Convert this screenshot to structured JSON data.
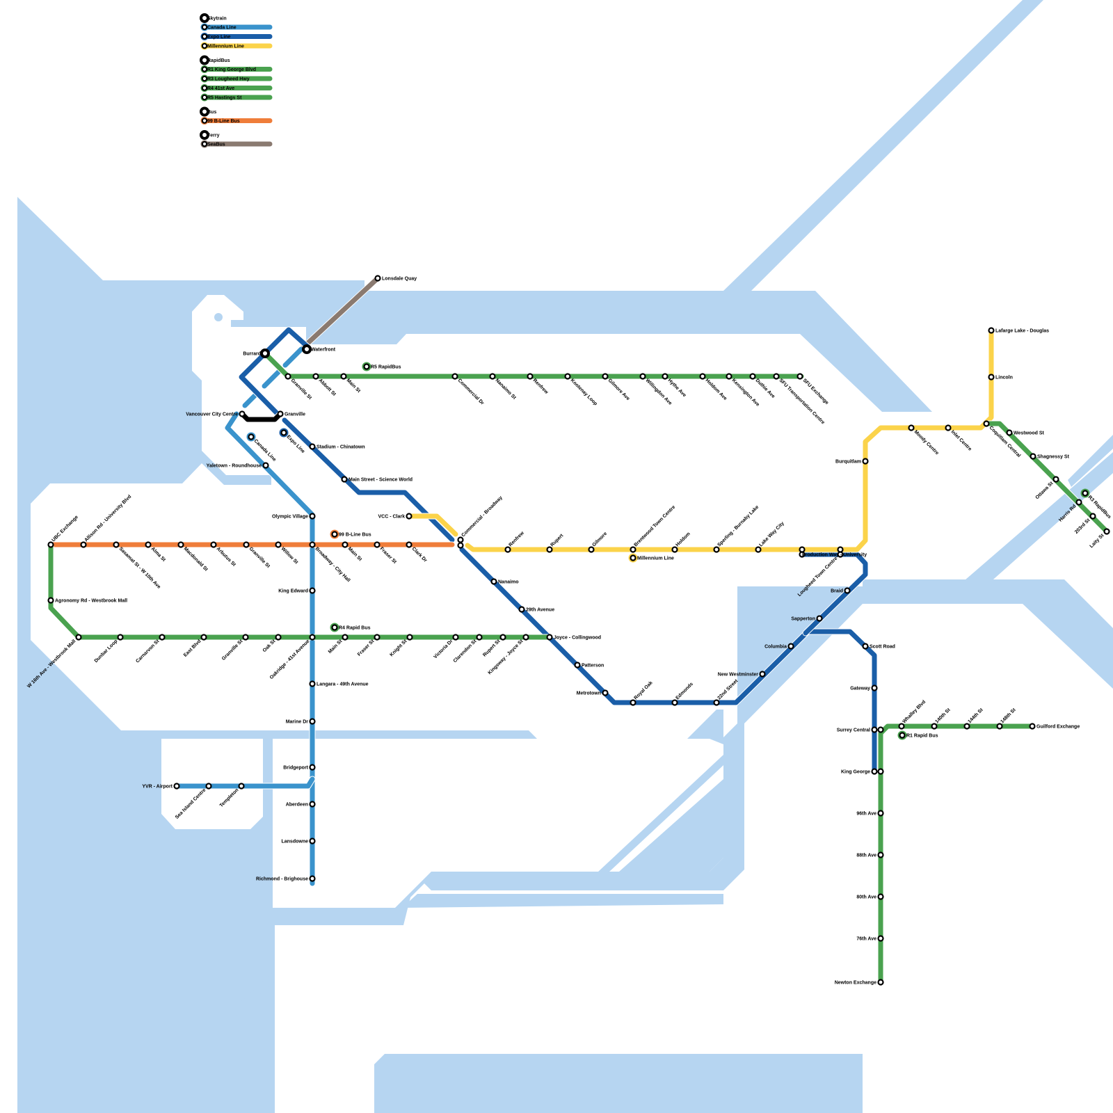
{
  "title": "Metro Vancouver Transit Map",
  "colors": {
    "water": "#b6d5f1",
    "canada_line": "#3a93cc",
    "expo_line": "#1a5ea8",
    "millennium_line": "#fbd34a",
    "rapidbus": "#4aa24f",
    "b_line": "#ef7d3a",
    "seabus": "#8a7a70",
    "connector": "#000000"
  },
  "legend": [
    {
      "group": "Skytrain",
      "items": [
        {
          "label": "Canada Line",
          "color_key": "canada_line"
        },
        {
          "label": "Expo Line",
          "color_key": "expo_line"
        },
        {
          "label": "Millennium Line",
          "color_key": "millennium_line"
        }
      ]
    },
    {
      "group": "RapidBus",
      "items": [
        {
          "label": "R1 King George Blvd",
          "color_key": "rapidbus"
        },
        {
          "label": "R3 Lougheed Hwy",
          "color_key": "rapidbus"
        },
        {
          "label": "R4 41st Ave",
          "color_key": "rapidbus"
        },
        {
          "label": "R5 Hastings St",
          "color_key": "rapidbus"
        }
      ]
    },
    {
      "group": "Bus",
      "items": [
        {
          "label": "99 B-Line Bus",
          "color_key": "b_line"
        }
      ]
    },
    {
      "group": "Ferry",
      "items": [
        {
          "label": "SeaBus",
          "color_key": "seabus"
        }
      ]
    }
  ],
  "line_badges": [
    {
      "label": "Canada Line",
      "color_key": "canada_line"
    },
    {
      "label": "Expo Line",
      "color_key": "expo_line"
    },
    {
      "label": "Millennium Line",
      "color_key": "millennium_line"
    },
    {
      "label": "99 B-Line Bus",
      "color_key": "b_line"
    },
    {
      "label": "R4 Rapid Bus",
      "color_key": "rapidbus"
    },
    {
      "label": "R5 RapidBus",
      "color_key": "rapidbus"
    },
    {
      "label": "R3 RapidBus",
      "color_key": "rapidbus"
    },
    {
      "label": "R1 Rapid Bus",
      "color_key": "rapidbus"
    }
  ],
  "lines": {
    "seabus": {
      "name": "SeaBus",
      "stations": [
        "Waterfront",
        "Lonsdale Quay"
      ]
    },
    "canada_line": {
      "name": "Canada Line",
      "stations": [
        "Waterfront",
        "Vancouver City Centre",
        "Yaletown - Roundhouse",
        "Olympic Village",
        "Broadway - City Hall",
        "King Edward",
        "Oakridge - 41st Avenue",
        "Langara - 49th Avenue",
        "Marine Dr",
        "Bridgeport",
        "Aberdeen",
        "Lansdowne",
        "Richmond - Brighouse"
      ],
      "branch": [
        "Bridgeport",
        "Templeton",
        "Sea Island Centre",
        "YVR - Airport"
      ]
    },
    "expo_line": {
      "name": "Expo Line",
      "stations": [
        "Waterfront",
        "Burrard",
        "Granville",
        "Stadium - Chinatown",
        "Main Street - Science World",
        "Commercial - Broadway",
        "Nanaimo",
        "29th Avenue",
        "Joyce - Collingwood",
        "Patterson",
        "Metrotown",
        "Royal Oak",
        "Edmonds",
        "22nd Street",
        "New Westminster",
        "Columbia",
        "Scott Road",
        "Gateway",
        "Surrey Central",
        "King George"
      ],
      "branch": [
        "Columbia",
        "Sapperton",
        "Braid",
        "Lougheed Town Centre",
        "Production Way - University"
      ]
    },
    "millennium_line": {
      "name": "Millennium Line",
      "stations": [
        "VCC - Clark",
        "Commercial - Broadway",
        "Renfrew",
        "Rupert",
        "Gilmore",
        "Brentwood Town Centre",
        "Holdom",
        "Sperling - Burnaby Lake",
        "Lake Way City",
        "Production Way - University",
        "Lougheed Town Centre",
        "Burquitlam",
        "Moody Centre",
        "Inlet Centre",
        "Coquitlam Central",
        "Lincoln",
        "Lafarge Lake - Douglas"
      ]
    },
    "b_line_99": {
      "name": "99 B-Line Bus",
      "stations": [
        "UBC Exchange",
        "Allison Rd - University Blvd",
        "Sasamat St - W 10th Ave",
        "Alma St",
        "Macdonald St",
        "Arbutus St",
        "Granville St",
        "Willow St",
        "Broadway - City Hall",
        "Main St",
        "Fraser St",
        "Clark Dr",
        "Commercial - Broadway"
      ]
    },
    "r4": {
      "name": "R4 41st Ave",
      "stations": [
        "UBC Exchange",
        "Agronomy Rd - Westbrook Mall",
        "W 16th Ave - Westbrook Mall",
        "Dunbar Loop",
        "Carnarvon St",
        "East Blvd",
        "Granville St",
        "Oak St",
        "Oakridge - 41st Avenue",
        "Main St",
        "Fraser St",
        "Knight St",
        "Victoria Dr",
        "Clarendon St",
        "Rupert St",
        "Kingsway - Joyce St",
        "Joyce - Collingwood"
      ]
    },
    "r5": {
      "name": "R5 Hastings St",
      "stations": [
        "Burrard",
        "Granville St",
        "Abbott St",
        "Main St",
        "Commercial Dr",
        "Nanaimo St",
        "Renfrew",
        "Kootenay Loop",
        "Gilmore Ave",
        "Willingdon Ave",
        "Hythe Ave",
        "Holdom Ave",
        "Kensington Ave",
        "Duthie Ave",
        "SFU Transportation Centre",
        "SFU Exchange"
      ]
    },
    "r3": {
      "name": "R3 Lougheed Hwy",
      "stations": [
        "Coquitlam Central",
        "Westwood St",
        "Shagnessy St",
        "Ottawa St",
        "Harris Rd",
        "203rd St",
        "Laity St"
      ]
    },
    "r1": {
      "name": "R1 King George Blvd",
      "stations": [
        "Guilford Exchange",
        "148th St",
        "144th St",
        "140th St",
        "Whalley Blvd",
        "Surrey Central",
        "King George",
        "96th Ave",
        "88th Ave",
        "80th Ave",
        "76th Ave",
        "Newton Exchange"
      ]
    }
  },
  "stations": [
    {
      "id": "lonsdale",
      "label": "Lonsdale Quay"
    },
    {
      "id": "waterfront",
      "label": "Waterfront"
    },
    {
      "id": "burrard",
      "label": "Burrard"
    },
    {
      "id": "vcc_centre",
      "label": "Vancouver City Centre"
    },
    {
      "id": "granville",
      "label": "Granville"
    },
    {
      "id": "stadium",
      "label": "Stadium - Chinatown"
    },
    {
      "id": "main_sw",
      "label": "Main Street - Science World"
    },
    {
      "id": "yaletown",
      "label": "Yaletown - Roundhouse"
    },
    {
      "id": "olympic",
      "label": "Olympic Village"
    },
    {
      "id": "broadway_ch",
      "label": "Broadway - City Hall"
    },
    {
      "id": "king_edward",
      "label": "King Edward"
    },
    {
      "id": "oakridge",
      "label": "Oakridge - 41st Avenue"
    },
    {
      "id": "langara",
      "label": "Langara - 49th Avenue"
    },
    {
      "id": "marine",
      "label": "Marine Dr"
    },
    {
      "id": "bridgeport",
      "label": "Bridgeport"
    },
    {
      "id": "aberdeen",
      "label": "Aberdeen"
    },
    {
      "id": "lansdowne",
      "label": "Lansdowne"
    },
    {
      "id": "brighouse",
      "label": "Richmond - Brighouse"
    },
    {
      "id": "yvr",
      "label": "YVR - Airport"
    },
    {
      "id": "sea_island",
      "label": "Sea Island Centre"
    },
    {
      "id": "templeton",
      "label": "Templeton"
    },
    {
      "id": "vcc_clark",
      "label": "VCC - Clark"
    },
    {
      "id": "comm_bwy",
      "label": "Commercial - Broadway"
    },
    {
      "id": "nanaimo",
      "label": "Nanaimo"
    },
    {
      "id": "29th",
      "label": "29th Avenue"
    },
    {
      "id": "joyce",
      "label": "Joyce - Collingwood"
    },
    {
      "id": "patterson",
      "label": "Patterson"
    },
    {
      "id": "metrotown",
      "label": "Metrotown"
    },
    {
      "id": "royal_oak",
      "label": "Royal Oak"
    },
    {
      "id": "edmonds",
      "label": "Edmonds"
    },
    {
      "id": "22nd",
      "label": "22nd Street"
    },
    {
      "id": "new_west",
      "label": "New Westminster"
    },
    {
      "id": "columbia",
      "label": "Columbia"
    },
    {
      "id": "sapperton",
      "label": "Sapperton"
    },
    {
      "id": "braid",
      "label": "Braid"
    },
    {
      "id": "lougheed",
      "label": "Lougheed Town Centre"
    },
    {
      "id": "production",
      "label": "Production Way - University"
    },
    {
      "id": "scott",
      "label": "Scott Road"
    },
    {
      "id": "gateway",
      "label": "Gateway"
    },
    {
      "id": "surrey_c",
      "label": "Surrey Central"
    },
    {
      "id": "king_george",
      "label": "King George"
    },
    {
      "id": "m_renfrew",
      "label": "Renfrew"
    },
    {
      "id": "m_rupert",
      "label": "Rupert"
    },
    {
      "id": "gilmore",
      "label": "Gilmore"
    },
    {
      "id": "brentwood",
      "label": "Brentwood Town Centre"
    },
    {
      "id": "holdom",
      "label": "Holdom"
    },
    {
      "id": "sperling",
      "label": "Sperling - Burnaby Lake"
    },
    {
      "id": "lake_city",
      "label": "Lake Way City"
    },
    {
      "id": "burquitlam",
      "label": "Burquitlam"
    },
    {
      "id": "moody",
      "label": "Moody Centre"
    },
    {
      "id": "inlet",
      "label": "Inlet Centre"
    },
    {
      "id": "coquitlam",
      "label": "Coquitlam Central"
    },
    {
      "id": "lincoln",
      "label": "Lincoln"
    },
    {
      "id": "lafarge",
      "label": "Lafarge Lake - Douglas"
    },
    {
      "id": "ubc",
      "label": "UBC Exchange"
    },
    {
      "id": "allison",
      "label": "Allison Rd - University Blvd"
    },
    {
      "id": "sasamat",
      "label": "Sasamat St - W 10th Ave"
    },
    {
      "id": "alma",
      "label": "Alma St"
    },
    {
      "id": "macdonald",
      "label": "Macdonald St"
    },
    {
      "id": "arbutus",
      "label": "Arbutus St"
    },
    {
      "id": "b_granville",
      "label": "Granville St"
    },
    {
      "id": "willow",
      "label": "Willow St"
    },
    {
      "id": "b_main",
      "label": "Main St"
    },
    {
      "id": "b_fraser",
      "label": "Fraser St"
    },
    {
      "id": "clark_dr",
      "label": "Clark Dr"
    },
    {
      "id": "agronomy",
      "label": "Agronomy Rd - Westbrook Mall"
    },
    {
      "id": "w16",
      "label": "W 16th Ave - Westbrook Mall"
    },
    {
      "id": "dunbar",
      "label": "Dunbar Loop"
    },
    {
      "id": "carnarvon",
      "label": "Carnarvon St"
    },
    {
      "id": "east_blvd",
      "label": "East Blvd"
    },
    {
      "id": "r4_granville",
      "label": "Granville St"
    },
    {
      "id": "oak",
      "label": "Oak St"
    },
    {
      "id": "r4_main",
      "label": "Main St"
    },
    {
      "id": "r4_fraser",
      "label": "Fraser St"
    },
    {
      "id": "knight",
      "label": "Knight St"
    },
    {
      "id": "victoria",
      "label": "Victoria Dr"
    },
    {
      "id": "clarendon",
      "label": "Clarendon St"
    },
    {
      "id": "r4_rupert",
      "label": "Rupert St"
    },
    {
      "id": "kingsway_joyce",
      "label": "Kingsway - Joyce St"
    },
    {
      "id": "r5_granville",
      "label": "Granville St"
    },
    {
      "id": "abbott",
      "label": "Abbott St"
    },
    {
      "id": "r5_main",
      "label": "Main St"
    },
    {
      "id": "commercial_dr",
      "label": "Commercial Dr"
    },
    {
      "id": "nanaimo_st",
      "label": "Nanaimo St"
    },
    {
      "id": "r5_renfrew",
      "label": "Renfrew"
    },
    {
      "id": "kootenay",
      "label": "Kootenay Loop"
    },
    {
      "id": "gilmore_ave",
      "label": "Gilmore Ave"
    },
    {
      "id": "willingdon",
      "label": "Willingdon Ave"
    },
    {
      "id": "hythe",
      "label": "Hythe Ave"
    },
    {
      "id": "holdom_ave",
      "label": "Holdom Ave"
    },
    {
      "id": "kensington",
      "label": "Kensington Ave"
    },
    {
      "id": "duthie",
      "label": "Duthie Ave"
    },
    {
      "id": "sfu_tc",
      "label": "SFU Transportation Centre"
    },
    {
      "id": "sfu_ex",
      "label": "SFU Exchange"
    },
    {
      "id": "westwood",
      "label": "Westwood St"
    },
    {
      "id": "shagnessy",
      "label": "Shagnessy St"
    },
    {
      "id": "ottawa",
      "label": "Ottawa St"
    },
    {
      "id": "harris",
      "label": "Harris Rd"
    },
    {
      "id": "203rd",
      "label": "203rd St"
    },
    {
      "id": "laity",
      "label": "Laity St"
    },
    {
      "id": "whalley",
      "label": "Whalley Blvd"
    },
    {
      "id": "140th",
      "label": "140th St"
    },
    {
      "id": "144th",
      "label": "144th St"
    },
    {
      "id": "148th",
      "label": "148th St"
    },
    {
      "id": "guilford",
      "label": "Guilford Exchange"
    },
    {
      "id": "r1_surrey_c",
      "label": ""
    },
    {
      "id": "r1_king_george",
      "label": ""
    },
    {
      "id": "96th",
      "label": "96th Ave"
    },
    {
      "id": "88th",
      "label": "88th Ave"
    },
    {
      "id": "80th",
      "label": "80th Ave"
    },
    {
      "id": "76th",
      "label": "76th Ave"
    },
    {
      "id": "newton",
      "label": "Newton Exchange"
    }
  ]
}
